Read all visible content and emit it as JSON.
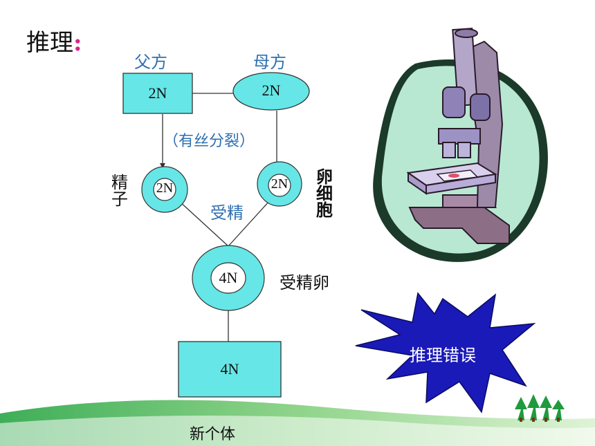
{
  "title": {
    "text": "推理",
    "colon": ":"
  },
  "parents": {
    "father": "父方",
    "mother": "母方"
  },
  "father_box": "2N",
  "mother_oval": "2N",
  "mitosis": "（有丝分裂）",
  "sperm": {
    "label": "精子",
    "value": "2N"
  },
  "egg": {
    "label": "卵细胞",
    "value": "2N"
  },
  "fertilization": "受精",
  "zygote": {
    "label": "受精卵",
    "value": "4N"
  },
  "offspring": {
    "value": "4N",
    "label": "新个体"
  },
  "star_text": "推理错误",
  "colors": {
    "cyan_fill": "#66e6e6",
    "blue_text": "#2f6fb0",
    "star_fill": "#1a1ab8",
    "title_colon": "#e0218a",
    "ground_green": "#5fc46a"
  },
  "icons": [
    "microscope-clipart",
    "trees-icon"
  ]
}
